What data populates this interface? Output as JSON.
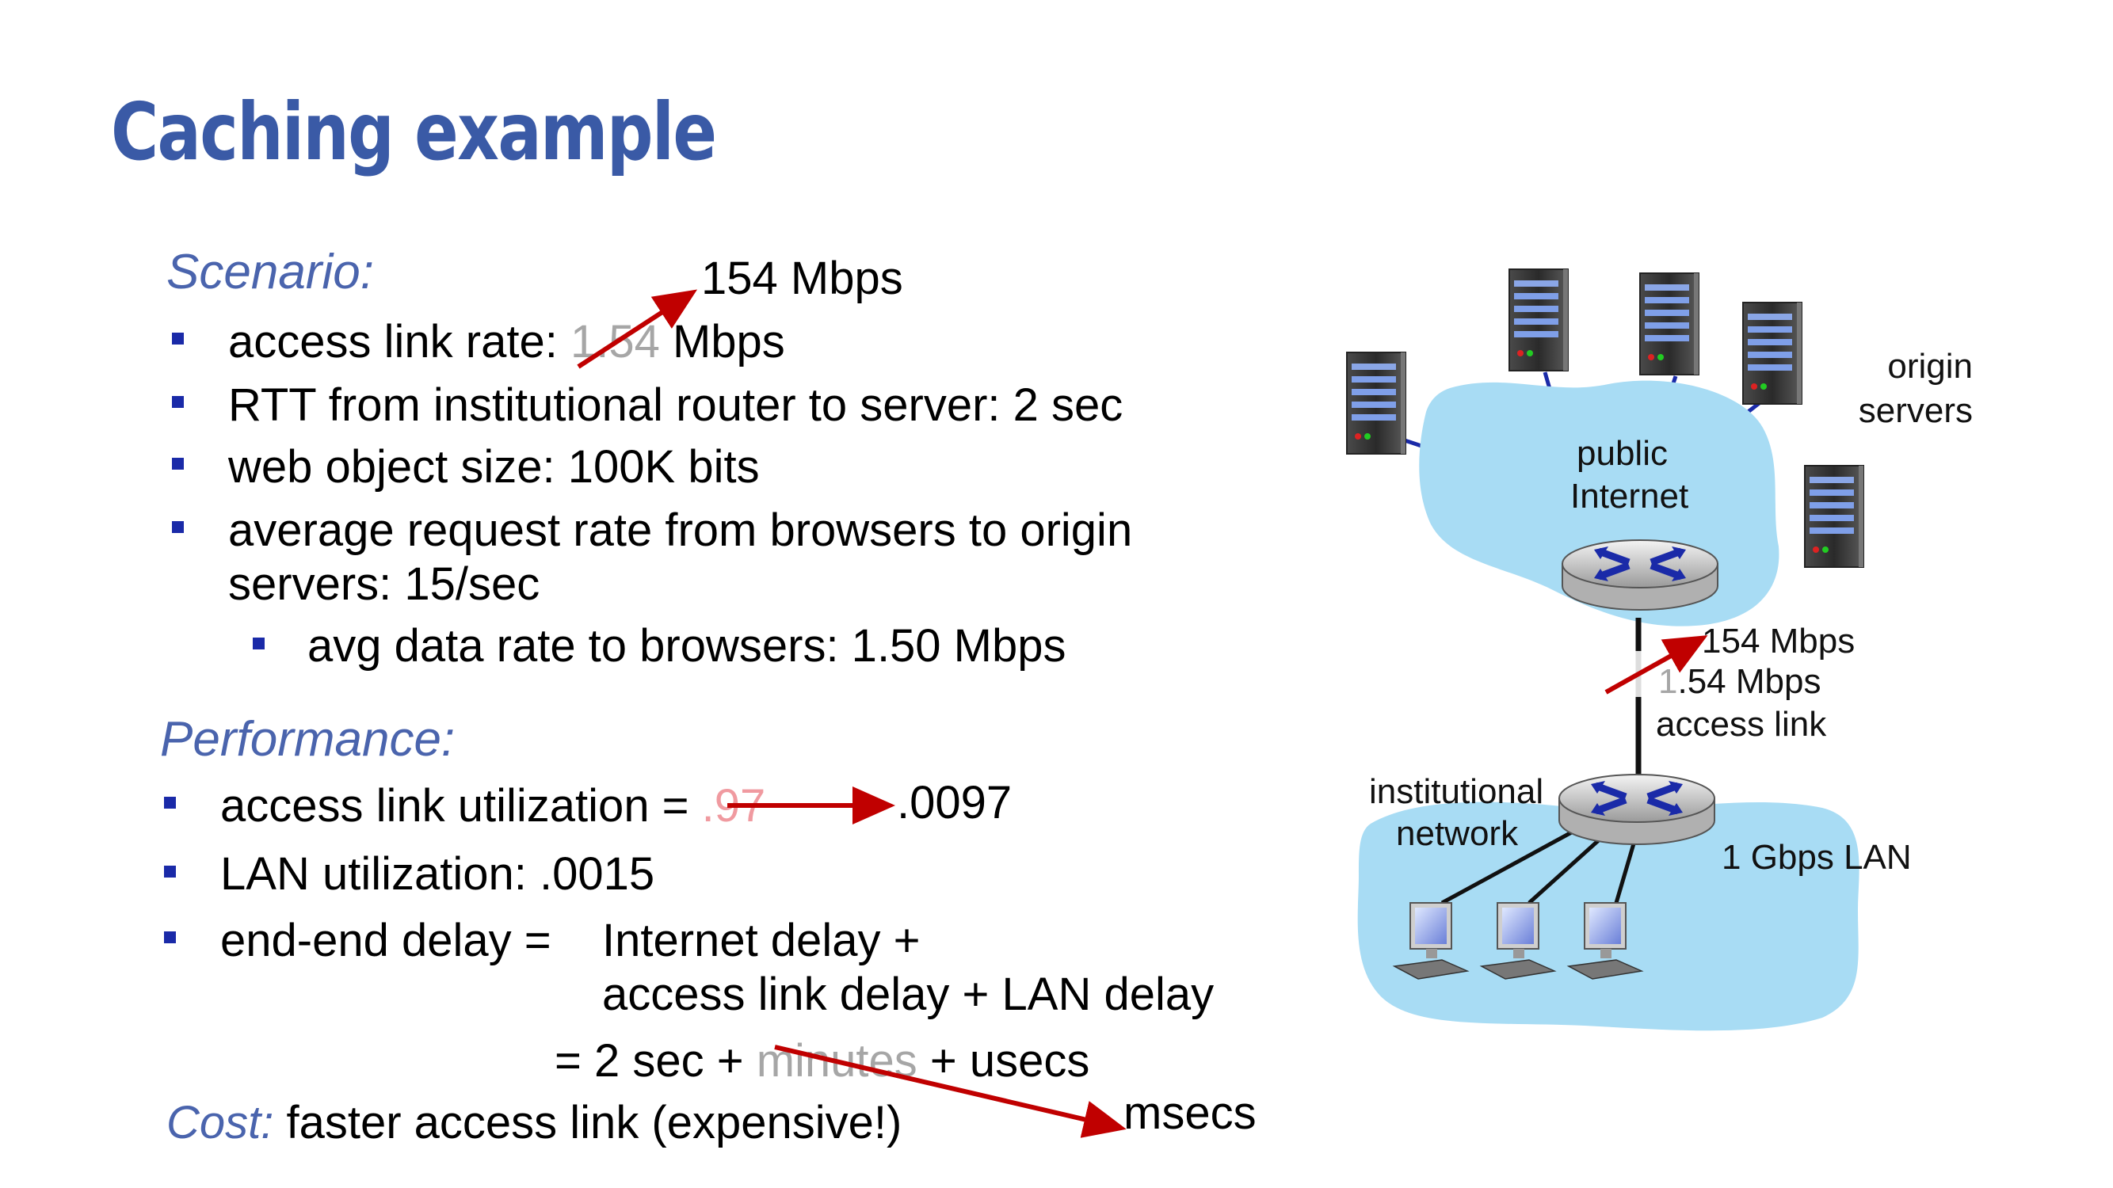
{
  "title": "Caching example",
  "scenario": {
    "heading": "Scenario:",
    "new_rate": "154 Mbps",
    "access_prefix": "access link rate: ",
    "access_old": "1.54",
    "access_suffix": " Mbps",
    "rtt": "RTT from institutional router to server: 2 sec",
    "object_size": "web object size: 100K bits",
    "request_rate_1": "average request rate from browsers to origin",
    "request_rate_2": "servers: 15/sec",
    "avg_rate": "avg data rate to browsers: 1.50 Mbps"
  },
  "performance": {
    "heading": "Performance:",
    "util_prefix": "access link utilization = ",
    "util_old": ".97",
    "util_new": ".0097",
    "lan_util": "LAN utilization: .0015",
    "delay_label": "end-end delay  =",
    "delay_rhs_1": "Internet delay +",
    "delay_rhs_2": "access link delay + LAN delay",
    "delay_calc_prefix": "=  2 sec + ",
    "delay_calc_old": "minutes",
    "delay_calc_suffix": " + usecs",
    "delay_new": "msecs"
  },
  "cost": {
    "label": "Cost:",
    "text": " faster access link (expensive!)"
  },
  "diagram": {
    "origin_servers_1": "origin",
    "origin_servers_2": "servers",
    "public_internet_1": "public",
    "public_internet_2": "Internet",
    "link_new": "154 Mbps",
    "link_old_first": "1",
    "link_old_rest": ".54 Mbps",
    "access_link": "access link",
    "institutional_1": "institutional",
    "institutional_2": "network",
    "lan": "1 Gbps LAN"
  },
  "colors": {
    "title": "#3a5aa6",
    "section": "#4a64ad",
    "bullet": "#1a2aa8",
    "cloud": "#a8dcf4",
    "arrow": "#c00000"
  }
}
